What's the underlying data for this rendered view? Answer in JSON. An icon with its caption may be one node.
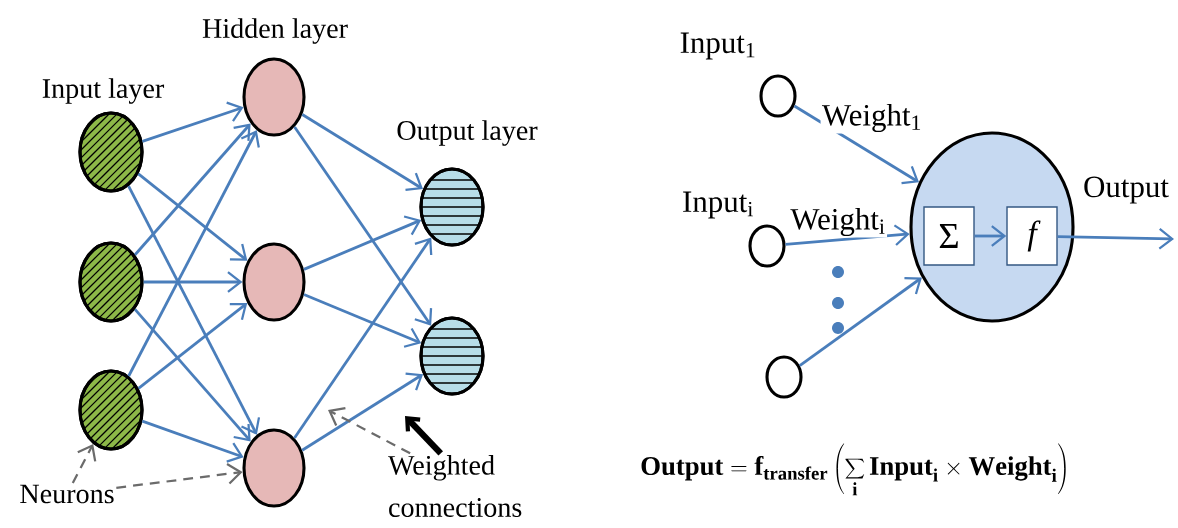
{
  "diagram": {
    "nodes": [
      {
        "text": [],
        "shape": "circle"
      },
      {
        "text": [],
        "shape": "circle"
      },
      {
        "text": [],
        "shape": "circle"
      },
      {
        "text": [],
        "shape": "circle"
      },
      {
        "text": [],
        "shape": "circle"
      },
      {
        "text": [],
        "shape": "circle"
      },
      {
        "text": [],
        "shape": "circle"
      },
      {
        "text": [],
        "shape": "circle"
      },
      {
        "text": [
          "Neurons"
        ]
      },
      {
        "text": [
          "Weighted connections"
        ]
      },
      {
        "text": [],
        "shape": "circle",
        "beside": [
          "Input$_{1}$"
        ]
      },
      {
        "text": [],
        "shape": "circle",
        "beside": [
          "Input$_{i}$"
        ]
      },
      {
        "text": [],
        "shape": "circle"
      },
      {
        "text": [],
        "shape": "circle"
      },
      {
        "text": [
          "Σ"
        ],
        "in": 13
      },
      {
        "text": [
          "f"
        ],
        "in": 13
      }
    ],
    "edges": [
      {
        "from": 0,
        "to": 3,
        "arrow": "to"
      },
      {
        "from": 0,
        "to": 4,
        "arrow": "to"
      },
      {
        "from": 0,
        "to": 5,
        "arrow": "to"
      },
      {
        "from": 1,
        "to": 3,
        "arrow": "to"
      },
      {
        "from": 1,
        "to": 4,
        "arrow": "to"
      },
      {
        "from": 1,
        "to": 5,
        "arrow": "to"
      },
      {
        "from": 2,
        "to": 3,
        "arrow": "to"
      },
      {
        "from": 2,
        "to": 4,
        "arrow": "to"
      },
      {
        "from": 2,
        "to": 5,
        "arrow": "to"
      },
      {
        "from": 3,
        "to": 6,
        "arrow": "to"
      },
      {
        "from": 3,
        "to": 7,
        "arrow": "to"
      },
      {
        "from": 4,
        "to": 6,
        "arrow": "to"
      },
      {
        "from": 4,
        "to": 7,
        "arrow": "to"
      },
      {
        "from": 5,
        "to": 6,
        "arrow": "to"
      },
      {
        "from": 5,
        "to": 7,
        "arrow": "to"
      },
      {
        "from": 8,
        "to": 2,
        "arrow": "to",
        "style": "dashed",
        "color": "#6b6b6b"
      },
      {
        "from": 8,
        "to": 5,
        "arrow": "to",
        "style": "dashed",
        "color": "#6b6b6b"
      },
      {
        "from": 9,
        "to": null,
        "arrow": "to",
        "style": "dashed",
        "color": "#6b6b6b"
      },
      {
        "from": 9,
        "to": null,
        "arrow": "to",
        "style": "thick",
        "color": "#000000"
      },
      {
        "from": 10,
        "to": 13,
        "arrow": "to",
        "label": "Weight$_{1}$"
      },
      {
        "from": 11,
        "to": 13,
        "arrow": "to",
        "label": "Weight$_{i}$"
      },
      {
        "from": 12,
        "to": 13,
        "arrow": "to"
      },
      {
        "from": 14,
        "to": 15,
        "arrow": "to"
      },
      {
        "from": 15,
        "to": null,
        "arrow": "to",
        "label": "Output"
      }
    ],
    "labels": [
      "Hidden layer",
      "Input layer",
      "Output layer",
      "\\mathbf{Output}=\\mathbf{f}_{\\mathbf{transfer}}\\left(\\sum_{\\mathbf{i}}\\mathbf{Input}_{\\mathbf{i}}\\times\\mathbf{Weight}_{\\mathbf{i}}\\right)"
    ]
  }
}
